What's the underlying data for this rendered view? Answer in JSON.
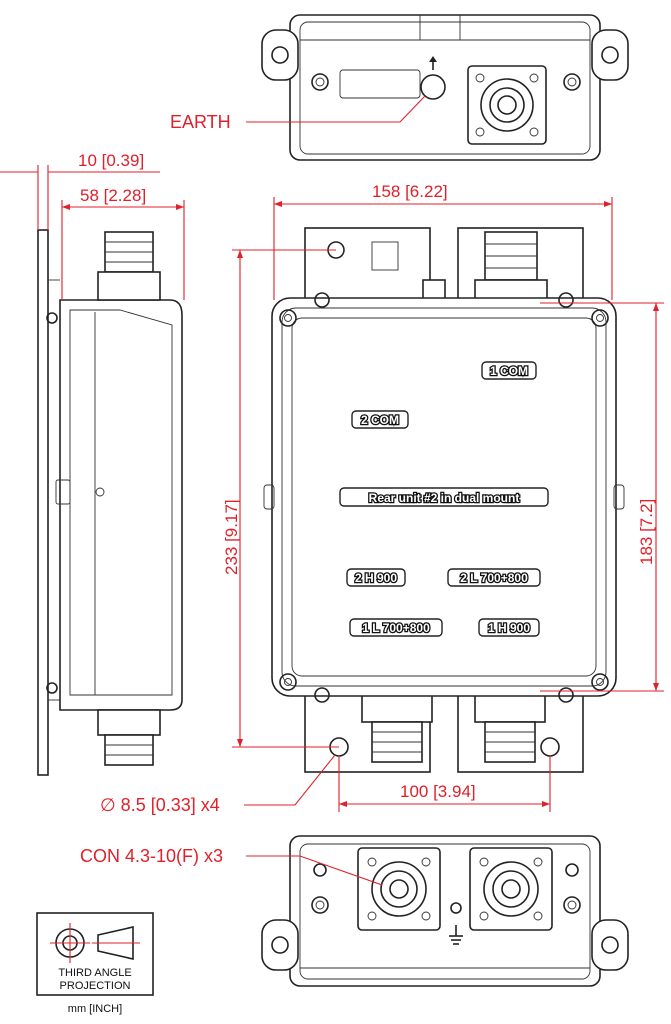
{
  "callouts": {
    "earth": "EARTH",
    "mounting_hole": "∅ 8.5 [0.33]  x4",
    "connector": "CON 4.3-10(F) x3"
  },
  "dimensions": {
    "flange_thickness": "10 [0.39]",
    "depth": "58 [2.28]",
    "width": "158 [6.22]",
    "height_total": "233 [9.17]",
    "height_body": "183 [7.2]",
    "hole_spacing": "100 [3.94]"
  },
  "port_labels": {
    "com1": "1 COM",
    "com2": "2 COM",
    "rear_unit": "Rear unit #2 in dual mount",
    "h2": "2 H 900",
    "l2": "2 L 700+800",
    "l1": "1 L 700+800",
    "h1": "1 H 900"
  },
  "projection": {
    "line1": "THIRD ANGLE",
    "line2": "PROJECTION",
    "units": "mm [INCH]"
  },
  "colors": {
    "dimension_red": "#e0202a",
    "outline": "#222222"
  }
}
